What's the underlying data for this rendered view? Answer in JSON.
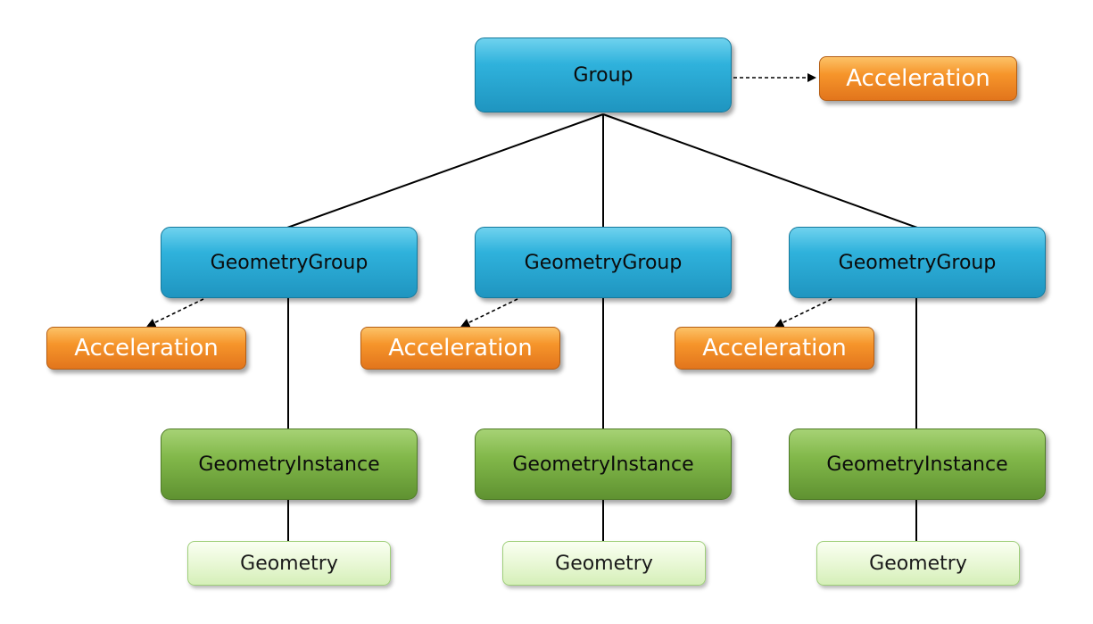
{
  "colors": {
    "group_blue": "#2fb2dc",
    "acceleration_orange": "#f6952b",
    "instance_green": "#82b84a",
    "geometry_light_green": "#e7f7d3",
    "edge": "#000000"
  },
  "nodes": {
    "group": "Group",
    "group_acceleration": "Acceleration",
    "geometry_groups": [
      "GeometryGroup",
      "GeometryGroup",
      "GeometryGroup"
    ],
    "accelerations": [
      "Acceleration",
      "Acceleration",
      "Acceleration"
    ],
    "geometry_instances": [
      "GeometryInstance",
      "GeometryInstance",
      "GeometryInstance"
    ],
    "geometries": [
      "Geometry",
      "Geometry",
      "Geometry"
    ]
  },
  "edges": {
    "solid": [
      [
        "group",
        "geometry-group-1"
      ],
      [
        "group",
        "geometry-group-2"
      ],
      [
        "group",
        "geometry-group-3"
      ],
      [
        "geometry-group-1",
        "geometry-instance-1"
      ],
      [
        "geometry-group-2",
        "geometry-instance-2"
      ],
      [
        "geometry-group-3",
        "geometry-instance-3"
      ],
      [
        "geometry-instance-1",
        "geometry-1"
      ],
      [
        "geometry-instance-2",
        "geometry-2"
      ],
      [
        "geometry-instance-3",
        "geometry-3"
      ]
    ],
    "dashed_arrows": [
      [
        "group",
        "acceleration-top"
      ],
      [
        "geometry-group-1",
        "acceleration-1"
      ],
      [
        "geometry-group-2",
        "acceleration-2"
      ],
      [
        "geometry-group-3",
        "acceleration-3"
      ]
    ]
  }
}
